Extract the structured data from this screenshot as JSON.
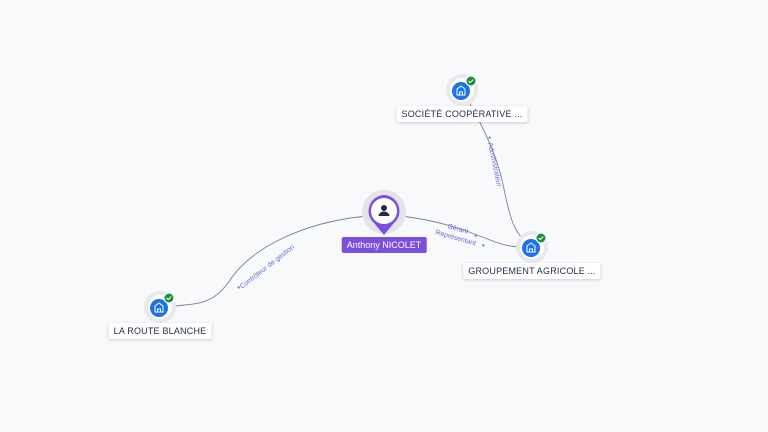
{
  "colors": {
    "edge": "#7a8090",
    "edge_label": "#6b6fd6",
    "company_fill": "#1a73e8",
    "check_fill": "#1e8e3e",
    "person_accent": "#7b4fe0"
  },
  "person": {
    "name": "Anthony NICOLET",
    "icon": "person-icon"
  },
  "companies": [
    {
      "id": "societe",
      "name": "SOCIÉTÉ COOPÉRATIVE ...",
      "icon": "building-icon",
      "status_icon": "check-icon"
    },
    {
      "id": "groupement",
      "name": "GROUPEMENT AGRICOLE ...",
      "icon": "building-icon",
      "status_icon": "check-icon"
    },
    {
      "id": "route",
      "name": "LA ROUTE BLANCHE",
      "icon": "building-icon",
      "status_icon": "check-icon"
    }
  ],
  "edges": [
    {
      "from": "person",
      "to": "route",
      "label": "Contrôleur de gestion"
    },
    {
      "from": "person",
      "to": "groupement",
      "label": "Gérant"
    },
    {
      "from": "person",
      "to": "groupement",
      "label": "Représentant"
    },
    {
      "from": "groupement",
      "to": "societe",
      "label": "Administrateur"
    }
  ]
}
